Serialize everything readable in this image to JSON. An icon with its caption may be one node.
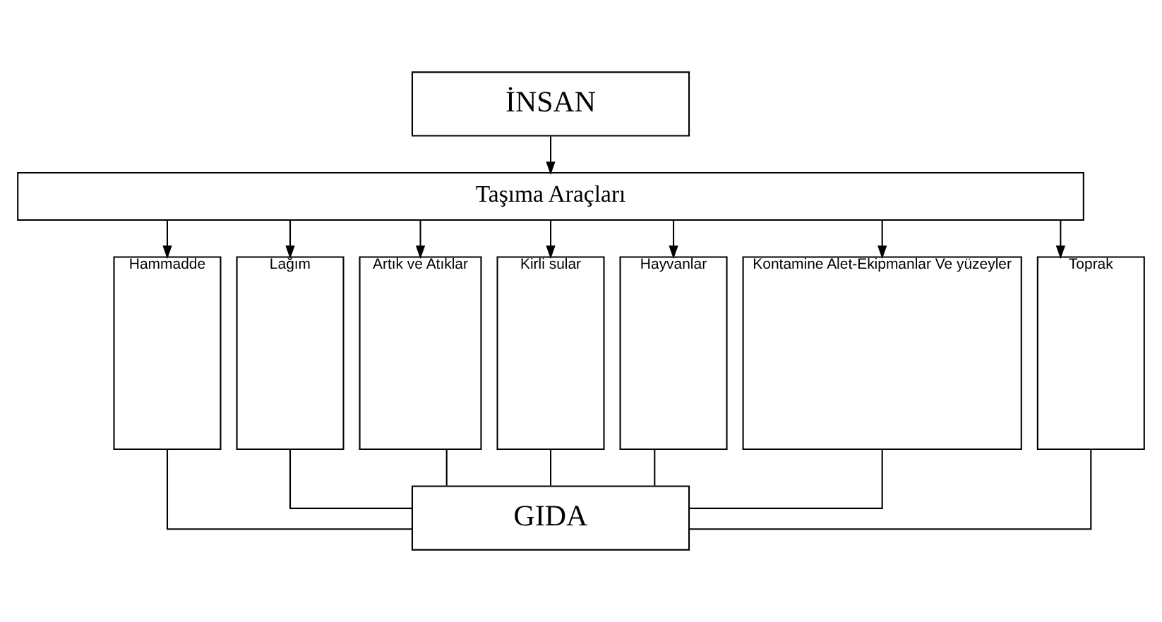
{
  "diagram": {
    "nodes": [
      {
        "text": [
          "İNSAN"
        ]
      },
      {
        "text": [
          "Taşıma Araçları"
        ]
      },
      {
        "text": [
          "Hammadde"
        ]
      },
      {
        "text": [
          "Lağım"
        ]
      },
      {
        "text": [
          "Artık ve Atıklar"
        ]
      },
      {
        "text": [
          "Kirli sular"
        ]
      },
      {
        "text": [
          "Hayvanlar"
        ]
      },
      {
        "text": [
          "Kontamine Alet-Ekipmanlar Ve yüzeyler"
        ]
      },
      {
        "text": [
          "Toprak"
        ]
      },
      {
        "text": [
          "GIDA"
        ]
      }
    ],
    "edges": [
      {
        "from": 0,
        "to": 1,
        "arrow": "to"
      },
      {
        "from": 1,
        "to": 2,
        "arrow": "to"
      },
      {
        "from": 1,
        "to": 3,
        "arrow": "to"
      },
      {
        "from": 1,
        "to": 4,
        "arrow": "to"
      },
      {
        "from": 1,
        "to": 5,
        "arrow": "to"
      },
      {
        "from": 1,
        "to": 6,
        "arrow": "to"
      },
      {
        "from": 1,
        "to": 7,
        "arrow": "to"
      },
      {
        "from": 1,
        "to": 8,
        "arrow": "to"
      },
      {
        "from": 2,
        "to": 9,
        "arrow": "none"
      },
      {
        "from": 3,
        "to": 9,
        "arrow": "none"
      },
      {
        "from": 4,
        "to": 9,
        "arrow": "none"
      },
      {
        "from": 5,
        "to": 9,
        "arrow": "none"
      },
      {
        "from": 6,
        "to": 9,
        "arrow": "none"
      },
      {
        "from": 7,
        "to": 9,
        "arrow": "none"
      },
      {
        "from": 8,
        "to": 9,
        "arrow": "none"
      }
    ]
  }
}
